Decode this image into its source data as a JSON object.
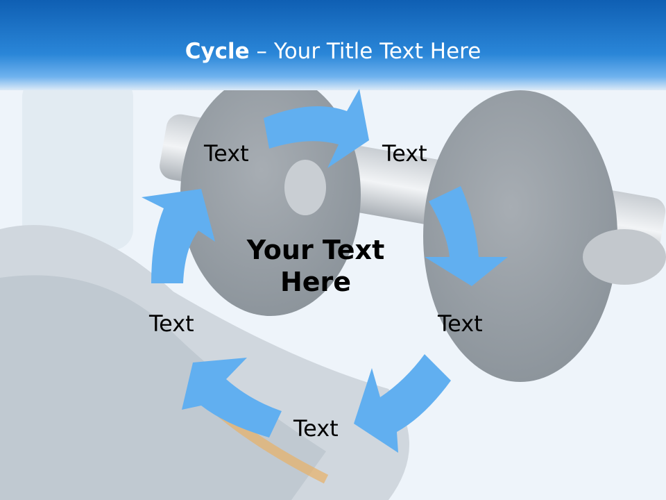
{
  "slide": {
    "title_bold": "Cycle",
    "title_rest": " – Your Title Text Here",
    "center_line1": "Your Text",
    "center_line2": "Here",
    "labels": [
      "Text",
      "Text",
      "Text",
      "Text",
      "Text"
    ]
  },
  "colors": {
    "header_blue": "#1a6fc4",
    "arrow_blue": "#61aff0",
    "title_text": "#ffffff"
  }
}
